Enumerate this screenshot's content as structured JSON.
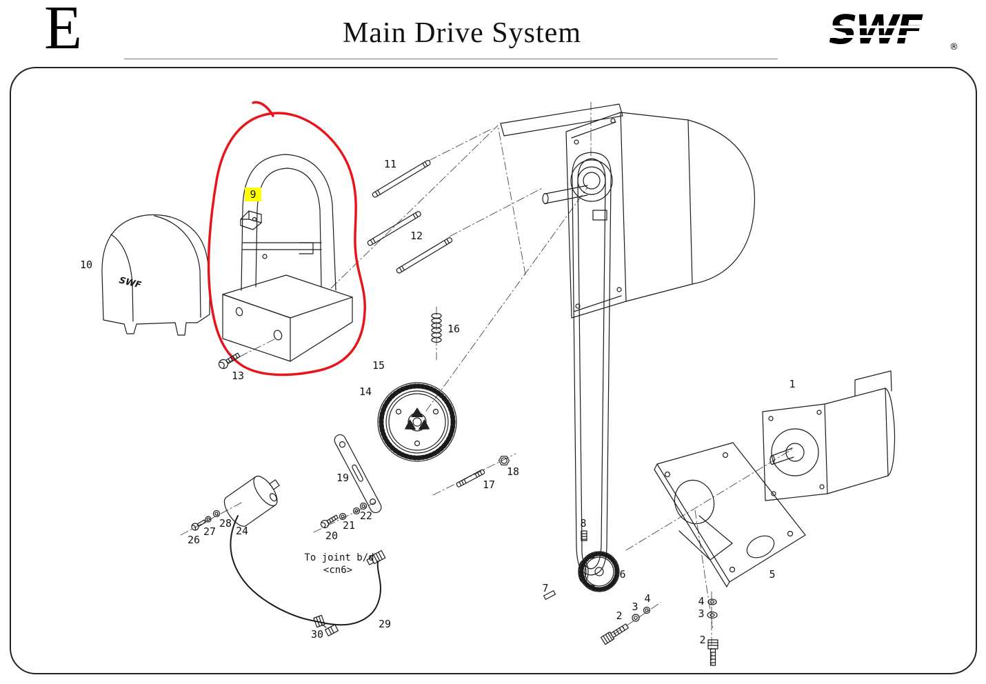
{
  "header": {
    "section_letter": "E",
    "title": "Main Drive System",
    "logo_text": "SWF",
    "registered_mark": "®"
  },
  "diagram": {
    "cover_logo": "SWF",
    "highlighted_part": "9",
    "highlight_bg": "#ffff00",
    "highlight_circle_color": "#e8141c",
    "callout": {
      "line1": "To joint b/d",
      "line2": "<cn6>"
    },
    "part_labels": [
      "10",
      "9",
      "11",
      "12",
      "13",
      "15",
      "14",
      "16",
      "17",
      "18",
      "19",
      "20",
      "21",
      "22",
      "24",
      "26",
      "27",
      "28",
      "29",
      "30",
      "8",
      "6",
      "7",
      "2",
      "3",
      "4",
      "5",
      "1",
      "4",
      "3",
      "2"
    ]
  }
}
